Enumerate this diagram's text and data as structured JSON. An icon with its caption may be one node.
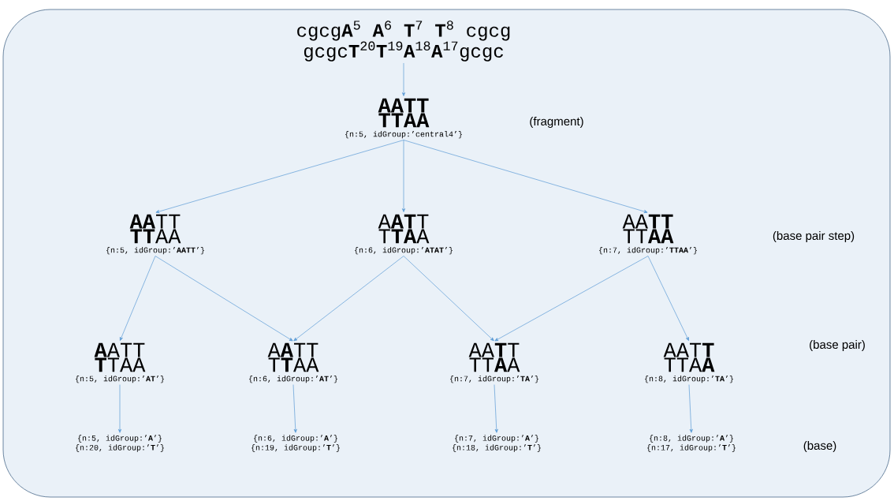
{
  "diagram": {
    "nodes": [
      {
        "text": [
          "cgcg**A**$^{5}$ **A**$^{6}$ **T**$^{7}$ **T**$^{8}$ cgcg",
          "gcgc**T**$^{20}$**T**$^{19}$**A**$^{18}$**A**$^{17}$gcgc"
        ]
      },
      {
        "text": [
          "**AATT**",
          "**TTAA**",
          "{n:5, idGroup:’central4’}"
        ]
      },
      {
        "text": [
          "**AA**TT",
          "**TT**AA",
          "{n:5, idGroup:’**AATT**’}"
        ]
      },
      {
        "text": [
          "A**AT**T",
          "T**TA**A",
          "{n:6, idGroup:’**ATAT**’}"
        ]
      },
      {
        "text": [
          "AA**TT**",
          "TT**AA**",
          "{n:7, idGroup:’**TTAA**’}"
        ]
      },
      {
        "text": [
          "**A**ATT",
          "**T**TAA",
          "{n:5, idGroup:’**AT**’}"
        ]
      },
      {
        "text": [
          "A**A**TT",
          "T**T**AA",
          "{n:6, idGroup:’**AT**’}"
        ]
      },
      {
        "text": [
          "AA**T**T",
          "TT**A**A",
          "{n:7, idGroup:’**TA**’}"
        ]
      },
      {
        "text": [
          "AAT**T**",
          "TTA**A**",
          "{n:8, idGroup:’**TA**’}"
        ]
      },
      {
        "text": [
          "{n:5, idGroup:’**A**’}",
          "{n:20, idGroup:’**T**’}"
        ]
      },
      {
        "text": [
          "{n:6, idGroup:’**A**’}",
          "{n:19, idGroup:’**T**’}"
        ]
      },
      {
        "text": [
          "{n:7, idGroup:’**A**’}",
          "{n:18, idGroup:’**T**’}"
        ]
      },
      {
        "text": [
          "{n:8, idGroup:’**A**’}",
          "{n:17, idGroup:’**T**’}"
        ]
      }
    ],
    "edges": [
      {
        "from": 0,
        "to": 1,
        "arrow": "to"
      },
      {
        "from": 1,
        "to": 2,
        "arrow": "to"
      },
      {
        "from": 1,
        "to": 3,
        "arrow": "to"
      },
      {
        "from": 1,
        "to": 4,
        "arrow": "to"
      },
      {
        "from": 2,
        "to": 5,
        "arrow": "to"
      },
      {
        "from": 2,
        "to": 6,
        "arrow": "to"
      },
      {
        "from": 3,
        "to": 6,
        "arrow": "to"
      },
      {
        "from": 3,
        "to": 7,
        "arrow": "to"
      },
      {
        "from": 4,
        "to": 7,
        "arrow": "to"
      },
      {
        "from": 4,
        "to": 8,
        "arrow": "to"
      },
      {
        "from": 5,
        "to": 9,
        "arrow": "to"
      },
      {
        "from": 6,
        "to": 10,
        "arrow": "to"
      },
      {
        "from": 7,
        "to": 11,
        "arrow": "to"
      },
      {
        "from": 8,
        "to": 12,
        "arrow": "to"
      }
    ],
    "labels": [
      "(fragment)",
      "(base pair step)",
      "(base pair)",
      "(base)"
    ]
  }
}
